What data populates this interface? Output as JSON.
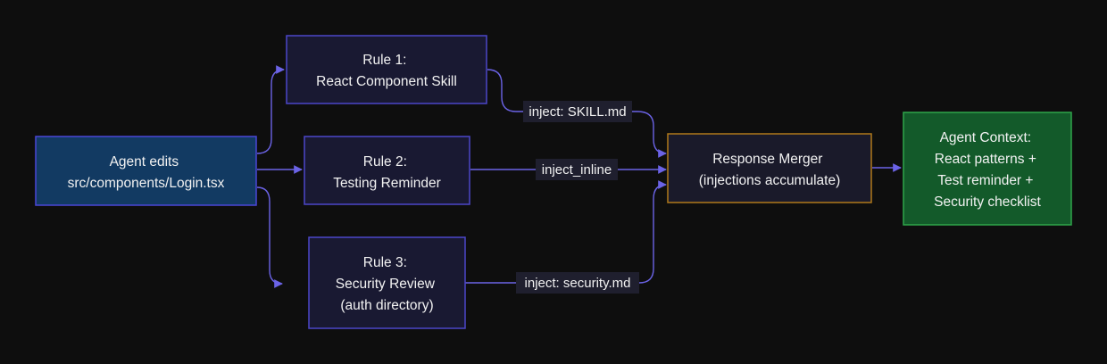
{
  "colors": {
    "background": "#0e0e0e",
    "edge": "#6b63e6",
    "source_fill": "#123a62",
    "source_stroke": "#4a47d8",
    "rule_fill": "#191932",
    "rule_stroke": "#4c47c9",
    "merger_fill": "#1a1a2a",
    "merger_stroke": "#b0791a",
    "context_fill": "#135a2a",
    "context_stroke": "#2fa64a",
    "text": "#f2f2f2"
  },
  "nodes": {
    "source": {
      "lines": [
        "Agent edits",
        "src/components/Login.tsx"
      ]
    },
    "rule1": {
      "lines": [
        "Rule 1:",
        "React Component Skill"
      ]
    },
    "rule2": {
      "lines": [
        "Rule 2:",
        "Testing Reminder"
      ]
    },
    "rule3": {
      "lines": [
        "Rule 3:",
        "Security Review",
        "(auth directory)"
      ]
    },
    "merger": {
      "lines": [
        "Response Merger",
        "(injections accumulate)"
      ]
    },
    "context": {
      "lines": [
        "Agent Context:",
        "React patterns +",
        "Test reminder +",
        "Security checklist"
      ]
    }
  },
  "edges": {
    "rule1_label": "inject: SKILL.md",
    "rule2_label": "inject_inline",
    "rule3_label": "inject: security.md"
  }
}
